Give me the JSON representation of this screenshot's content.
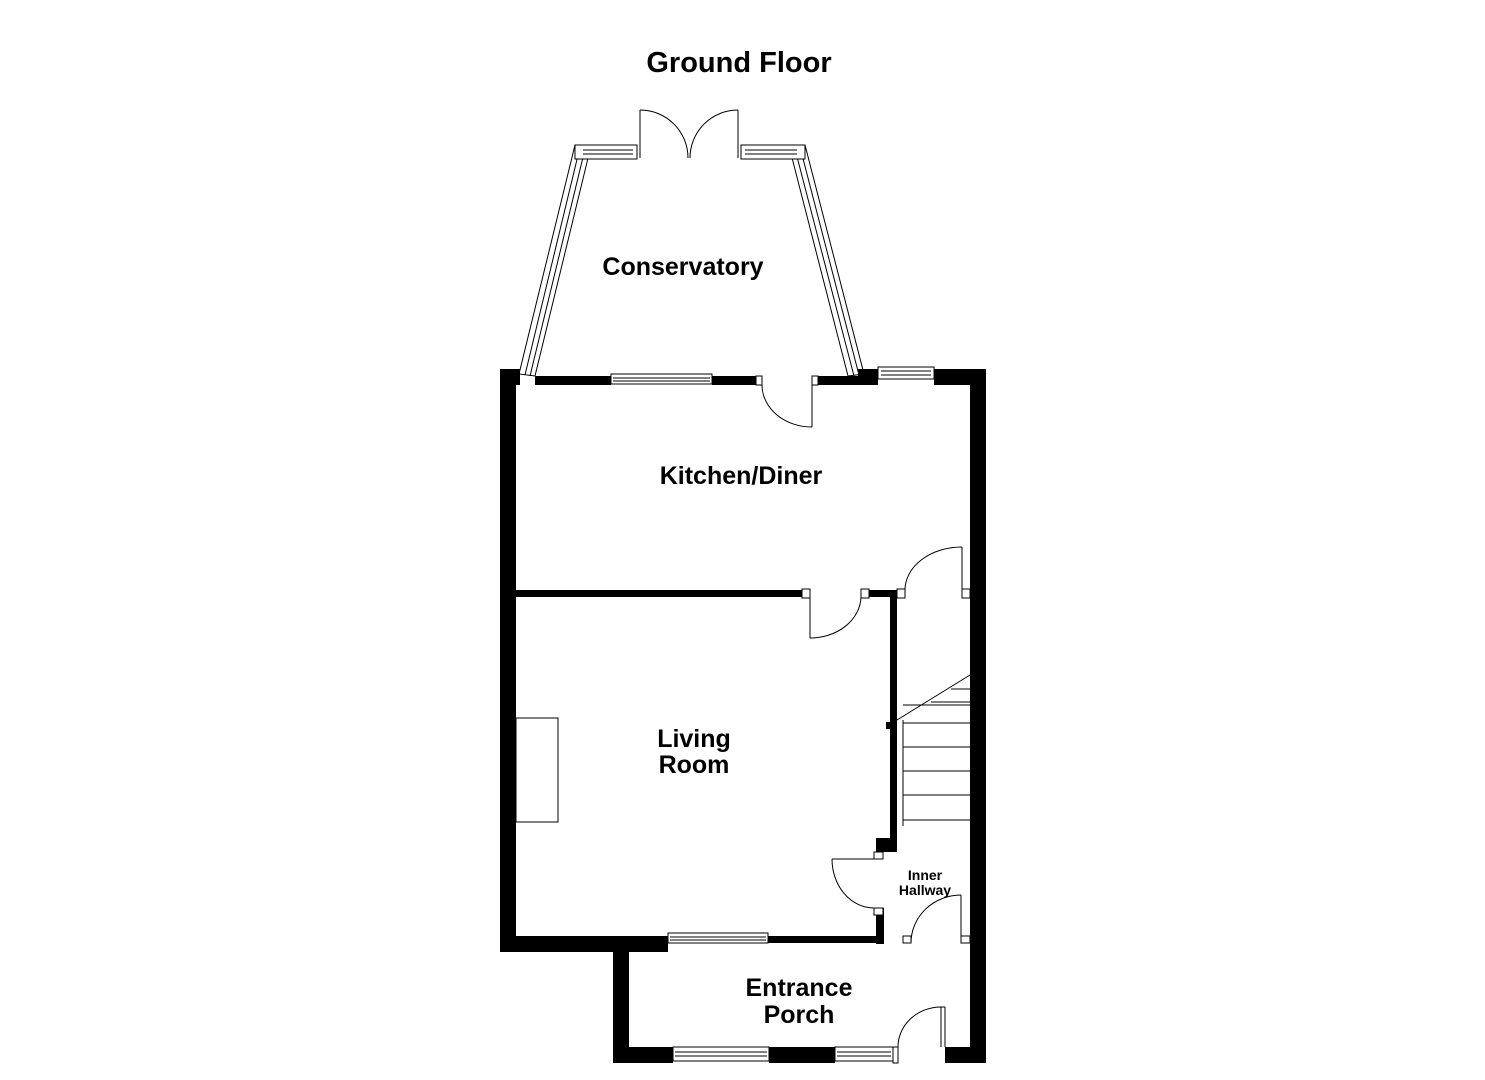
{
  "title": "Ground Floor",
  "rooms": {
    "conservatory": "Conservatory",
    "kitchen_diner": "Kitchen/Diner",
    "living_room": [
      "Living",
      "Room"
    ],
    "inner_hallway": [
      "Inner",
      "Hallway"
    ],
    "entrance_porch": [
      "Entrance",
      "Porch"
    ]
  }
}
